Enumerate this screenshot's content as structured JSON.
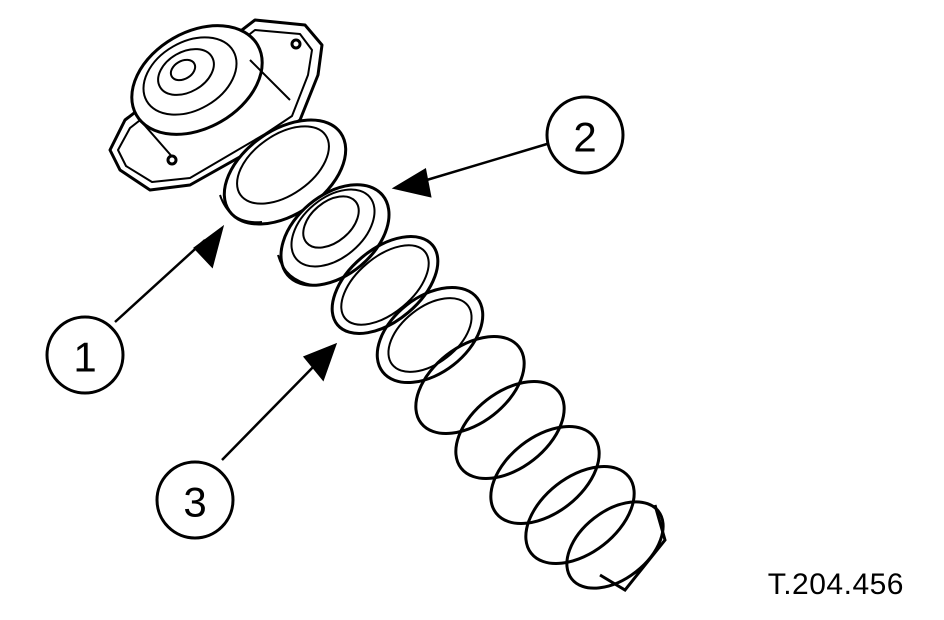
{
  "diagram": {
    "callouts": [
      {
        "id": "1",
        "label": "1"
      },
      {
        "id": "2",
        "label": "2"
      },
      {
        "id": "3",
        "label": "3"
      }
    ],
    "reference_code": "T.204.456"
  },
  "colors": {
    "ink": "#000000",
    "paper": "#ffffff"
  }
}
